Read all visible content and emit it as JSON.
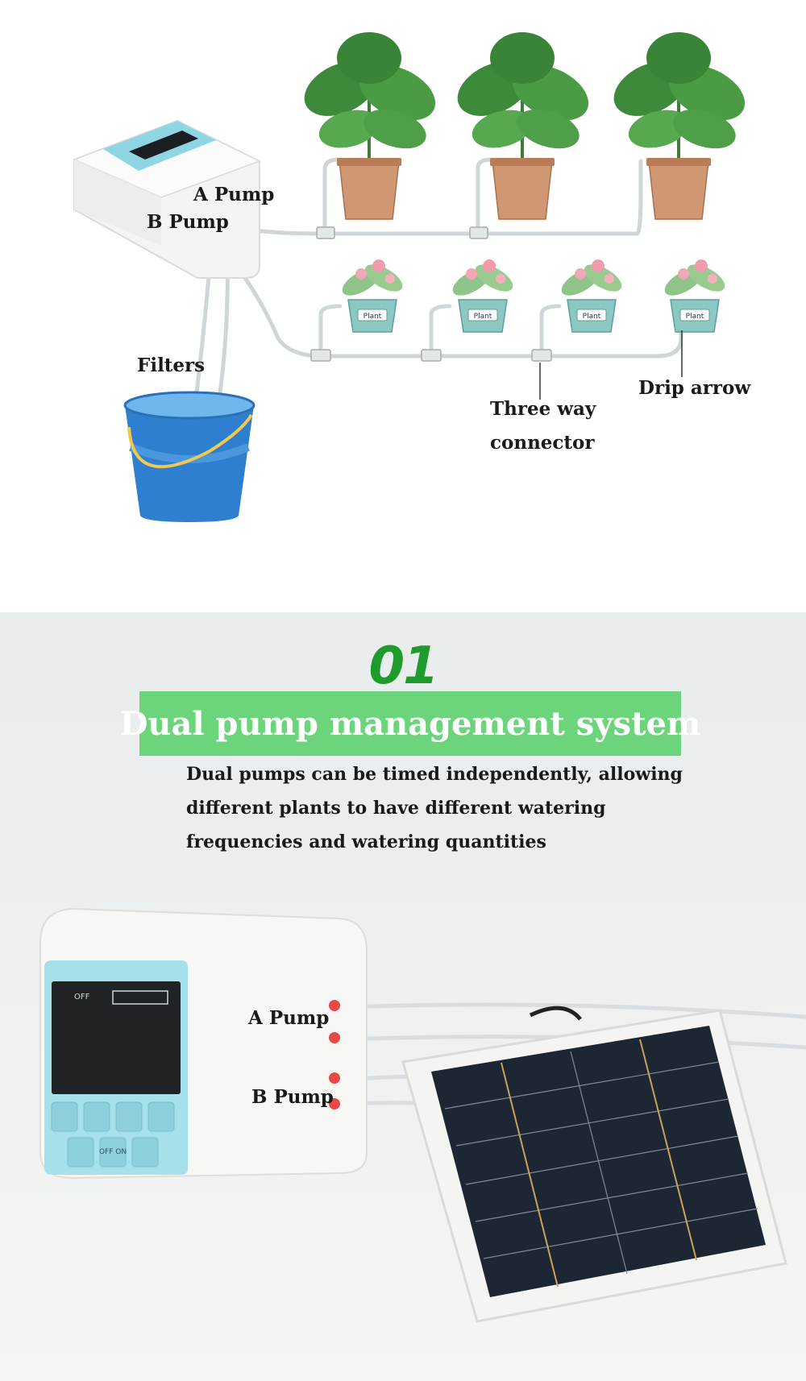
{
  "diagram": {
    "labels": {
      "a_pump": "A Pump",
      "b_pump": "B Pump",
      "filters": "Filters",
      "three_way": "Three way",
      "connector": "connector",
      "drip_arrow": "Drip arrow"
    },
    "pot_tag": "Plant"
  },
  "feature": {
    "number": "01",
    "title": "Dual pump management system",
    "description": "Dual pumps can be timed independently, allowing different plants to have different watering frequencies and watering quantities"
  },
  "product": {
    "labels": {
      "a_pump": "A Pump",
      "b_pump": "B Pump"
    },
    "display_text": "OFF",
    "button_text": "OFF ON"
  },
  "colors": {
    "accent_green": "#1f9a2c",
    "banner_green": "#6cd57b",
    "bucket_blue": "#2f7fd0",
    "controller_teal": "#9fdde8"
  }
}
